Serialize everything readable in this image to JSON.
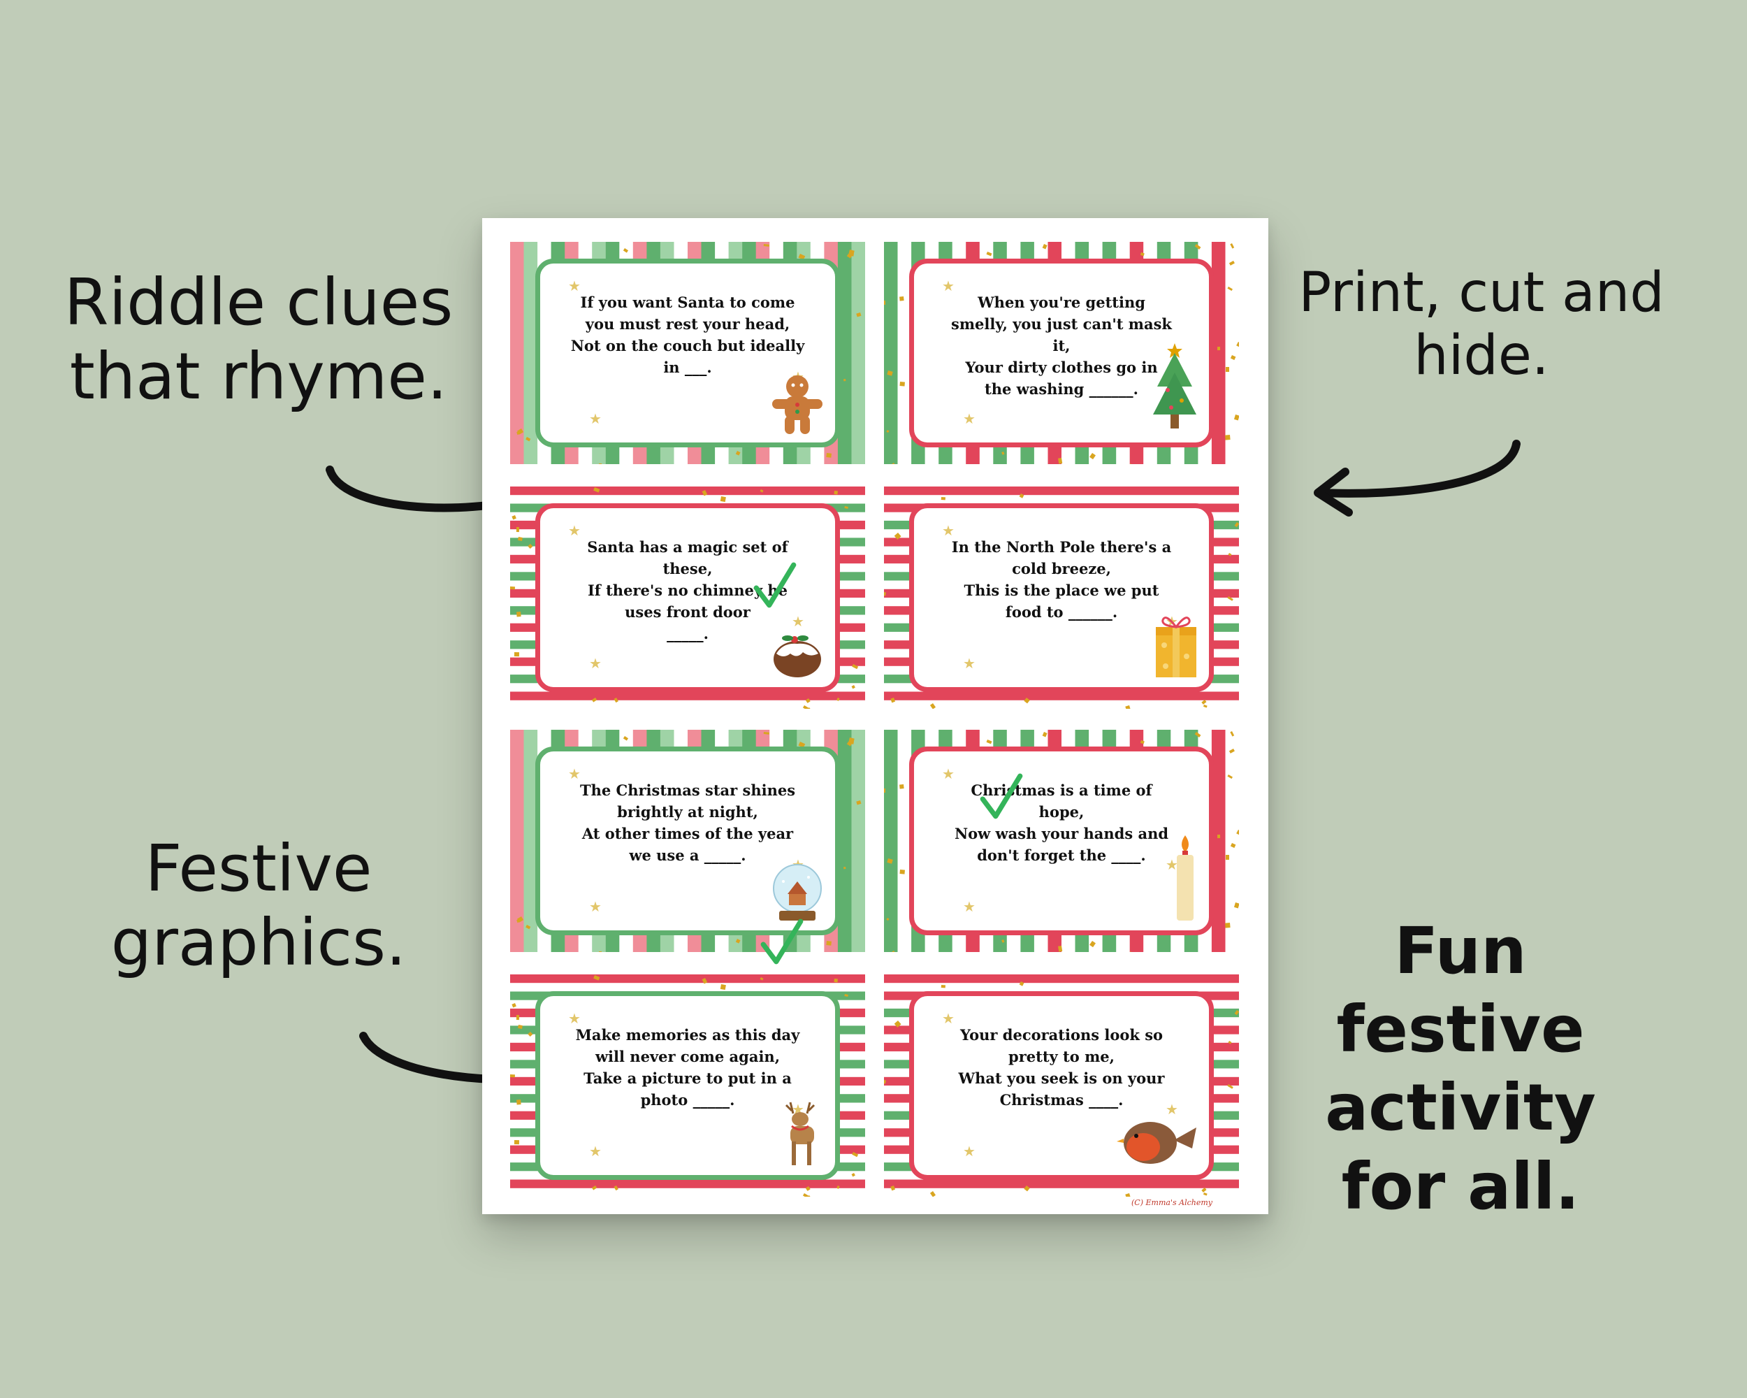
{
  "callouts": {
    "riddle": "Riddle clues\nthat rhyme.",
    "print": "Print, cut and\nhide.",
    "festive": "Festive\ngraphics.",
    "fun": "Fun\nfestive\nactivity\nfor all."
  },
  "cards": [
    {
      "text": "If you want Santa to come\nyou must rest your head,\nNot on the couch but ideally\nin ___.",
      "icon": "gingerbread-icon"
    },
    {
      "text": "When you're getting\nsmelly, you just can't mask\nit,\nYour dirty clothes go in\nthe washing ______.",
      "icon": "christmas-tree-icon"
    },
    {
      "text": "Santa has a magic set of\nthese,\nIf there's no chimney he\nuses front door\n_____.",
      "icon": "christmas-pudding-icon"
    },
    {
      "text": "In the North Pole there's a\ncold breeze,\nThis is the place we put\nfood to ______.",
      "icon": "gift-box-icon"
    },
    {
      "text": "The Christmas star shines\nbrightly at night,\nAt other times of the year\nwe use a _____.",
      "icon": "snow-globe-icon"
    },
    {
      "text": "Christmas is a time of\nhope,\nNow wash your hands and\ndon't forget the ____.",
      "icon": "candle-icon"
    },
    {
      "text": "Make memories as this day\nwill never come again,\nTake a picture to put in a\nphoto _____.",
      "icon": "reindeer-icon"
    },
    {
      "text": "Your decorations look so\npretty to me,\nWhat you seek is on your\nChristmas ____.",
      "icon": "robin-icon"
    }
  ],
  "credit": "(C) Emma's Alchemy",
  "colors": {
    "background": "#c0ccb8",
    "green": "#5fb06e",
    "red": "#e2455a",
    "gold": "#d9a520"
  }
}
